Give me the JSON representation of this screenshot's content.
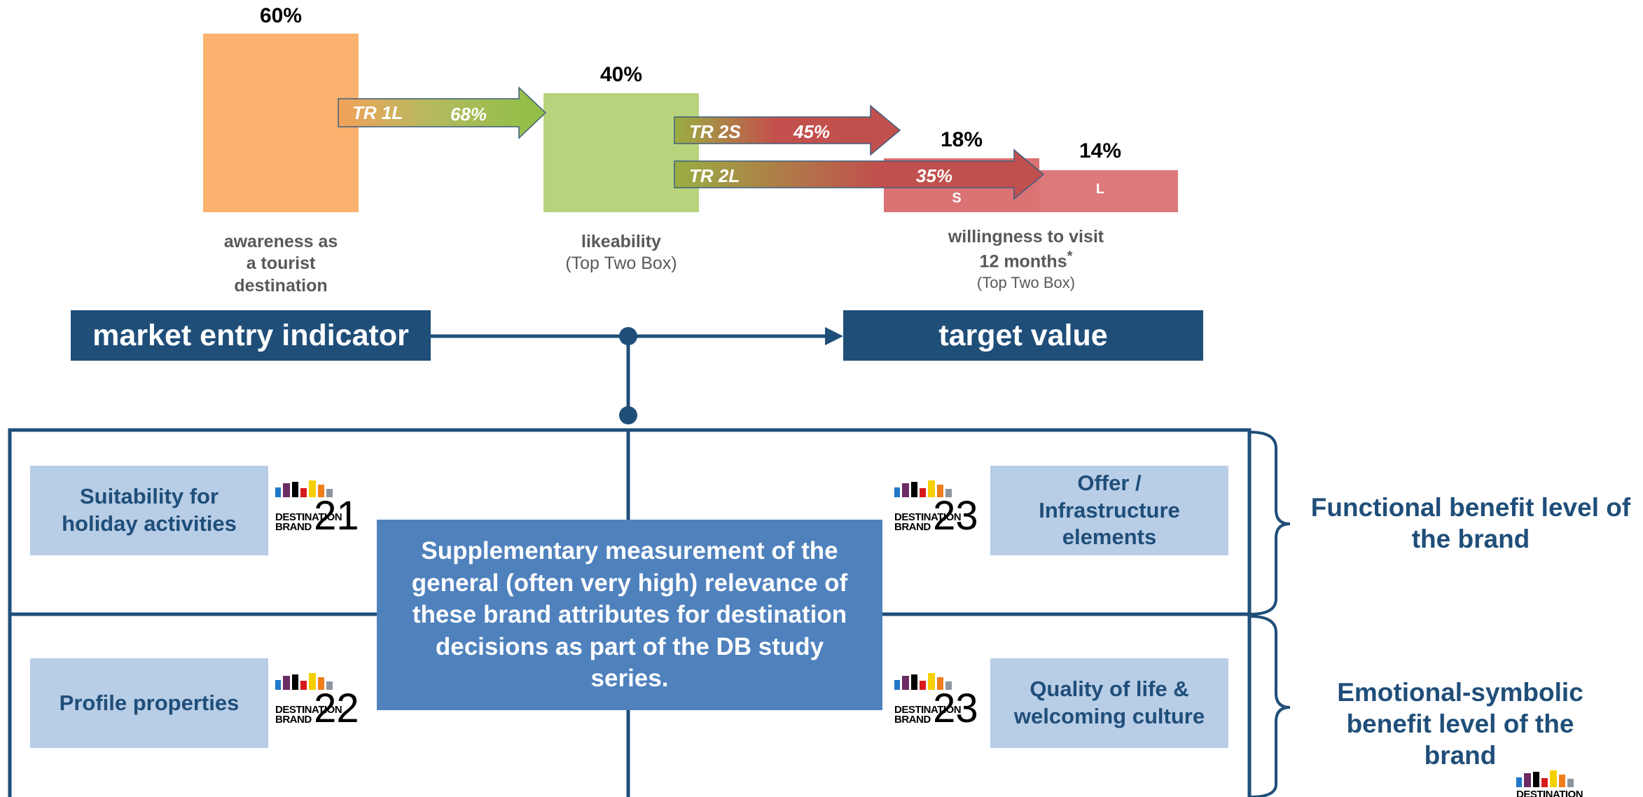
{
  "funnel": {
    "awareness": {
      "pct": "60%",
      "label_lines": [
        "awareness as",
        "a tourist",
        "destination"
      ]
    },
    "likeability": {
      "pct": "40%",
      "label": "likeability",
      "sub": "(Top Two Box)"
    },
    "willingness": {
      "pct_s": "18%",
      "pct_l": "14%",
      "label_line1": "willingness to visit",
      "label_line2": "12 months",
      "asterisk": "*",
      "sub": "(Top Two Box)",
      "s_label": "S",
      "l_label": "L"
    },
    "arrows": [
      {
        "code": "TR 1L",
        "value": "68%"
      },
      {
        "code": "TR 2S",
        "value": "45%"
      },
      {
        "code": "TR 2L",
        "value": "35%"
      }
    ]
  },
  "banners": {
    "left": "market entry indicator",
    "right": "target value"
  },
  "attributes": {
    "suitability": "Suitability for holiday activities",
    "offer": "Offer / Infrastructure elements",
    "profile": "Profile properties",
    "quality": "Quality of life & welcoming culture"
  },
  "logos": {
    "title_line1": "DESTINATION",
    "title_line2": "BRAND",
    "n21": "21",
    "n22": "22",
    "n23a": "23",
    "n23b": "23"
  },
  "center_text": "Supplementary measurement of the general (often very high) relevance of these brand attributes for destination decisions as part of the DB study series.",
  "levels": {
    "functional": "Functional benefit level of the brand",
    "emotional": "Emotional-symbolic benefit level of the brand"
  },
  "colors": {
    "awareness": "#fbb26e",
    "likeability": "#b7d47c",
    "willingness": "#db7273",
    "navy": "#1f4e79",
    "light_box": "#b8cde6",
    "center_box": "#4f81bd",
    "logo_bars": [
      "#1f78c8",
      "#6b2c63",
      "#000000",
      "#d7191c",
      "#f5d000",
      "#f07e1b",
      "#8c96a0"
    ]
  }
}
